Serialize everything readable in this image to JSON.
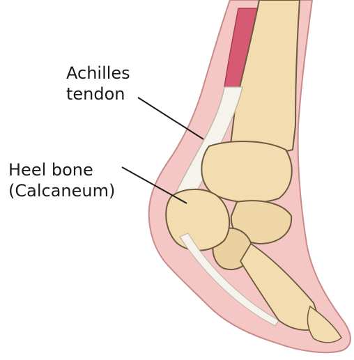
{
  "labels": {
    "achilles": {
      "line1": "Achilles",
      "line2": "tendon"
    },
    "heel": {
      "line1": "Heel bone",
      "line2": "(Calcaneum)"
    }
  },
  "colors": {
    "skin": "#f4c6c4",
    "skin_outline": "#c98a8a",
    "muscle": "#d65a72",
    "bone": "#f3dcb0",
    "bone_outline": "#6b5a40",
    "tendon": "#f5f3ec",
    "leader_line": "#1a1a1a"
  }
}
